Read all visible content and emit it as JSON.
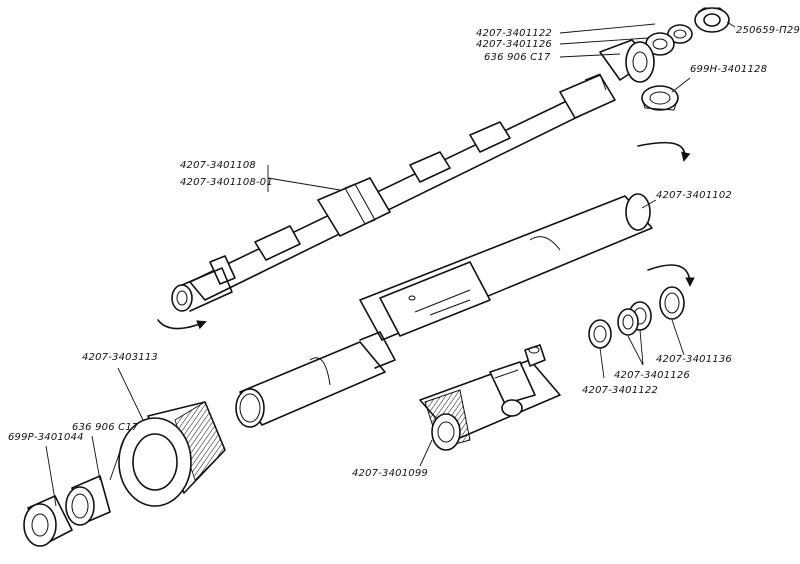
{
  "labels": {
    "top_1": "4207-3401122",
    "top_2": "4207-3401126",
    "top_3": "636 906 C17",
    "top_4": "250659-П29",
    "top_5": "699Н-3401128",
    "shaft_1": "4207-3401108",
    "shaft_2": "4207-3401108-01",
    "column_tube": "4207-3401102",
    "right_1": "4207-3401136",
    "right_2": "4207-3401126",
    "right_3": "4207-3401122",
    "cone": "4207-3403113",
    "joint": "4207-3401099",
    "bearing_low": "636 906 C17",
    "nut_low": "699Р-3401044"
  },
  "icons": {
    "rotation_arrow": "curved-arrow-icon"
  },
  "colors": {
    "ink": "#111111",
    "paper": "#ffffff"
  }
}
